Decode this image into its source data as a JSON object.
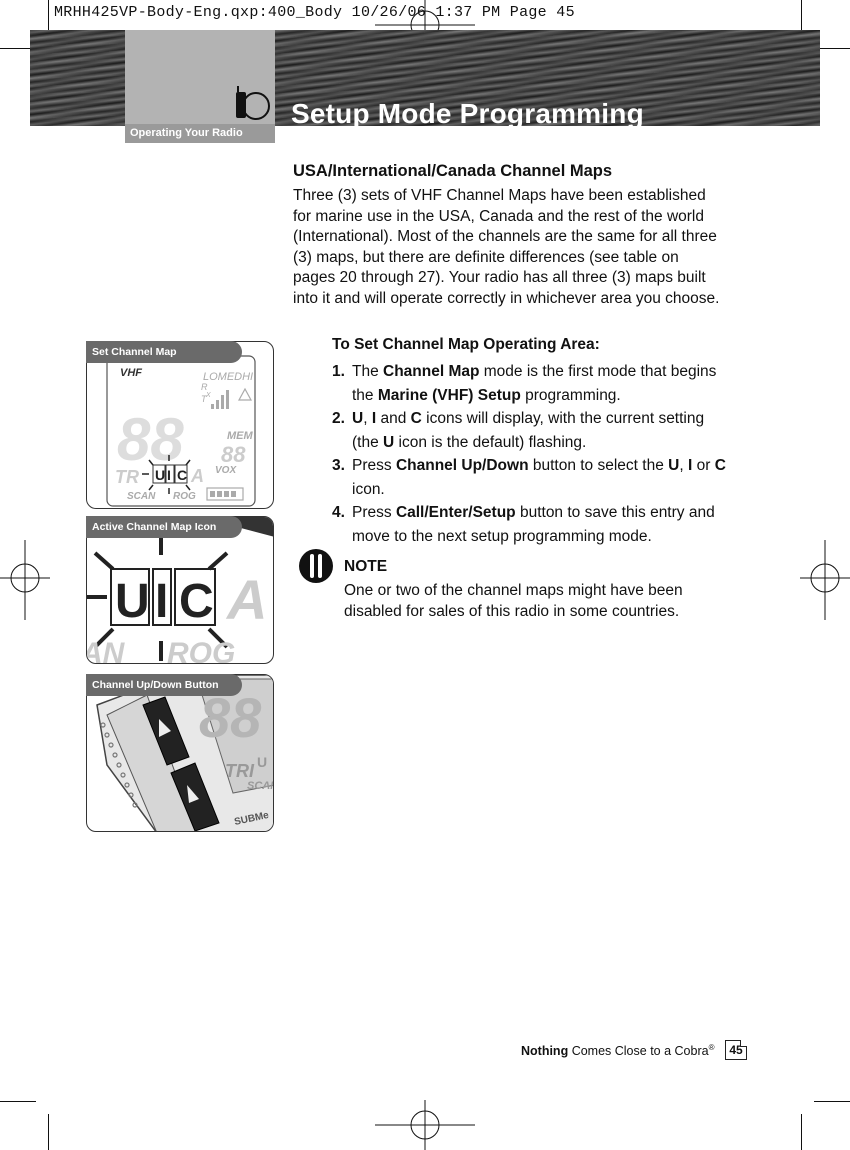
{
  "slug": "MRHH425VP-Body-Eng.qxp:400_Body  10/26/06  1:37 PM  Page 45",
  "header": {
    "section_tab": "Operating Your Radio",
    "title": "Setup Mode Programming"
  },
  "content": {
    "heading": "USA/International/Canada Channel Maps",
    "intro": "Three (3) sets of VHF Channel Maps have been established for marine use in the USA, Canada and the rest of the world (International). Most of the channels are the same for all three (3) maps, but there are definite differences (see table on pages 20 through 27). Your radio has all three (3) maps built into it and will operate correctly in whichever area you choose.",
    "procedure_title": "To Set Channel Map Operating Area:",
    "steps": [
      {
        "num": "1.",
        "pre": "The ",
        "b1": "Channel Map",
        "mid": " mode is the first mode that begins the ",
        "b2": "Marine (VHF) Setup",
        "post": " programming."
      },
      {
        "num": "2.",
        "b1": "U",
        "sep1": ", ",
        "b2": "I",
        "sep2": " and ",
        "b3": "C",
        "mid": " icons will display, with the current setting (the ",
        "b4": "U",
        "post": " icon is the default) flashing."
      },
      {
        "num": "3.",
        "pre": "Press ",
        "b1": "Channel Up/Down",
        "mid": " button to select the ",
        "b2": "U",
        "sep1": ", ",
        "b3": "I",
        "sep2": " or ",
        "b4": "C",
        "post": " icon."
      },
      {
        "num": "4.",
        "pre": "Press ",
        "b1": "Call/Enter/Setup",
        "post": " button to save this entry and move to the next setup programming mode."
      }
    ],
    "note_label": "NOTE",
    "note_text": "One or two of the channel maps might have been disabled for sales of this radio in some countries."
  },
  "figures": [
    {
      "label": "Set Channel Map",
      "lcd": {
        "band": "VHF",
        "power": "LOMEDHI",
        "channel": "88",
        "mem": "MEM",
        "mem_digits": "88",
        "vox": "VOX",
        "tri": "TR",
        "map_u": "U",
        "map_i": "I",
        "map_c": "C",
        "a": "A",
        "scan": "SCAN",
        "prog": "ROG",
        "rx": "R",
        "tx": "T",
        "x": "X"
      }
    },
    {
      "label": "Active Channel Map Icon",
      "zoom": {
        "u": "U",
        "i": "I",
        "c": "C",
        "a": "A",
        "scan_tail": "AN",
        "prog": "ROG"
      }
    },
    {
      "label": "Channel Up/Down Button",
      "device": {
        "tri": "TRI",
        "scan": "SCAN",
        "brand": "SUBMe",
        "u": "U"
      }
    }
  ],
  "footer": {
    "nothing": "Nothing",
    "tagline": " Comes Close to a Cobra",
    "reg": "®",
    "page_number": "45"
  }
}
